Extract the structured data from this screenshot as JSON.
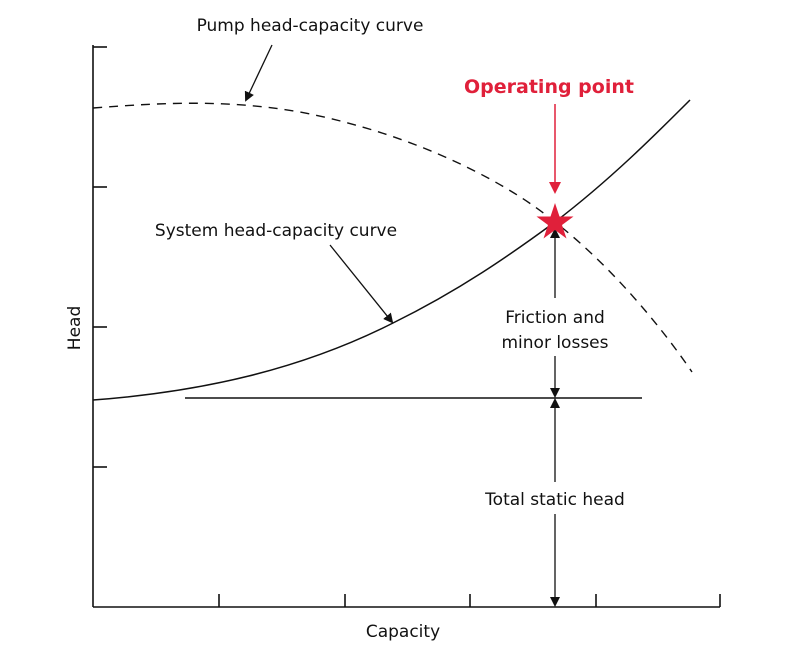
{
  "title_labels": {
    "pump_curve": "Pump head-capacity curve",
    "system_curve": "System head-capacity curve",
    "operating_point": "Operating point",
    "friction_line1": "Friction and",
    "friction_line2": "minor losses",
    "static_head": "Total static head"
  },
  "axes": {
    "xlabel": "Capacity",
    "ylabel": "Head"
  },
  "colors": {
    "accent": "#e0203a",
    "line": "#111111"
  }
}
